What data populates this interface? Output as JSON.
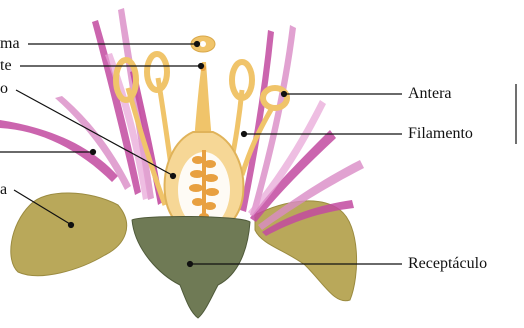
{
  "diagram": {
    "labels": {
      "stigma_partial": "ma",
      "style_partial": "te",
      "ovary_partial": "o",
      "sepal_partial": "a",
      "anther": "Antera",
      "filament": "Filamento",
      "receptacle": "Receptáculo"
    },
    "colors": {
      "petal_pink": "#c24aa0",
      "pistil_yellow": "#f0c46a",
      "ovary_orange": "#e8a040",
      "sepal_olive": "#b9a85a",
      "receptacle_green": "#6f7a55",
      "leader_line": "#111111"
    }
  }
}
